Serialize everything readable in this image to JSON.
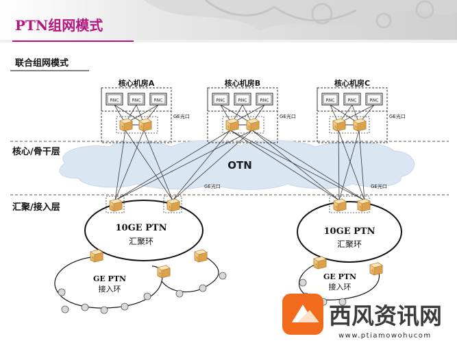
{
  "header": {
    "title": "PTN组网模式",
    "subtitle": "联合组网模式"
  },
  "layers": {
    "core": "核心/骨干层",
    "access": "汇聚/接入层"
  },
  "core_rooms": [
    {
      "label": "核心机房A",
      "port_label": "GE光口",
      "rnc": [
        "RNC",
        "RNC",
        "RNC"
      ]
    },
    {
      "label": "核心机房B",
      "port_label": "GE光口",
      "rnc": [
        "RNC",
        "RNC",
        "RNC"
      ]
    },
    {
      "label": "核心机房C",
      "port_label": "GE光口",
      "rnc": [
        "RNC",
        "RNC",
        "RNC"
      ]
    }
  ],
  "otn": {
    "label": "OTN",
    "port_label_left": "GE光口",
    "port_label_right": "GE光口"
  },
  "rings": {
    "left_aggregation": {
      "line1": "10GE PTN",
      "line2": "汇聚环"
    },
    "right_aggregation": {
      "line1": "10GE PTN",
      "line2": "汇聚环"
    },
    "left_access": {
      "line1": "GE PTN",
      "line2": "接入环"
    },
    "right_access": {
      "line1": "GE PTN",
      "line2": "接入环"
    }
  },
  "watermark": {
    "text": "西风资讯网",
    "url": "www.ptiamowohucom"
  },
  "colors": {
    "title": "#b5157e",
    "cloud": "#dbe6f3",
    "device": "#f2c87a",
    "watermark_orange": "#f26a1b"
  }
}
